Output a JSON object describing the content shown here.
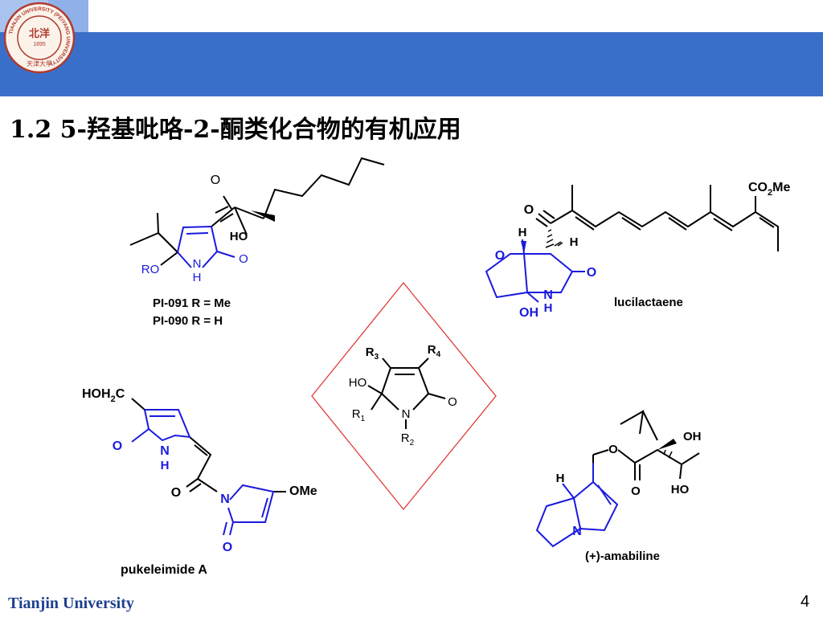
{
  "header": {
    "title": "1.2 5-羟基吡咯-2-酮类化合物的有机应用",
    "logo": {
      "icon": "university-seal-icon",
      "ring_text": "TIANJIN UNIVERSITY (PEIYANG UNIVERSITY)",
      "center_text": "北洋",
      "year": "1895",
      "bottom_text": "天津大學"
    }
  },
  "colors": {
    "header_blue": "#3a6fc9",
    "header_light": "#a9c3ef",
    "core_blue": "#1a1adf",
    "diamond_red": "#e23a3a",
    "seal_red": "#b03a2e"
  },
  "compounds": {
    "pi091": {
      "label_1": "PI-091 R = Me",
      "label_2": "PI-090 R = H",
      "atoms": {
        "o_ketone": "O",
        "ho": "HO",
        "ro": "RO",
        "nh_n": "N",
        "nh_h": "H",
        "o_lactam": "O"
      }
    },
    "lucilactaene": {
      "label": "lucilactaene",
      "atoms": {
        "o_ketone": "O",
        "co2me": "CO",
        "co2me_sub": "2",
        "co2me_tail": "Me",
        "o_ring": "O",
        "h1": "H",
        "h2": "H",
        "o_lactam": "O",
        "n": "N",
        "nh_h": "H",
        "oh": "OH"
      }
    },
    "core": {
      "atoms": {
        "r3": "R",
        "r3_sub": "3",
        "r4": "R",
        "r4_sub": "4",
        "ho": "HO",
        "r1": "R",
        "r1_sub": "1",
        "n": "N",
        "o": "O",
        "r2": "R",
        "r2_sub": "2"
      }
    },
    "pukeleimide": {
      "label": "pukeleimide A",
      "atoms": {
        "hoh2c_a": "HOH",
        "hoh2c_sub": "2",
        "hoh2c_c": "C",
        "o1": "O",
        "nh_n": "N",
        "nh_h": "H",
        "o2": "O",
        "n": "N",
        "ome": "OMe",
        "o3": "O"
      }
    },
    "amabiline": {
      "label": "(+)-amabiline",
      "atoms": {
        "oh": "OH",
        "ho": "HO",
        "o_ester": "O",
        "o_carbonyl": "O",
        "h": "H",
        "n": "N"
      }
    }
  },
  "footer": {
    "university": "Tianjin University",
    "page_number": "4"
  }
}
